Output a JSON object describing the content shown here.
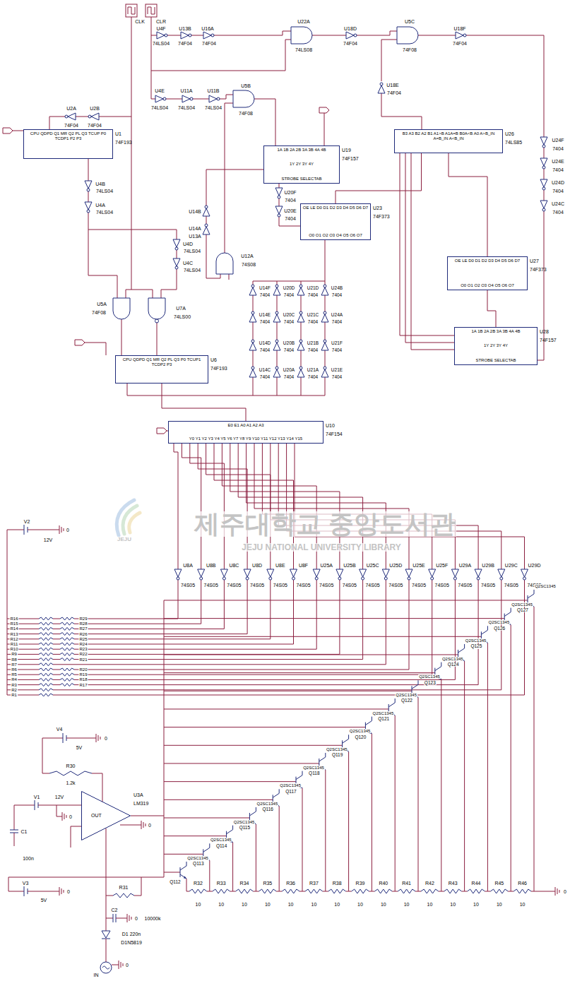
{
  "diagram": {
    "nodes": [
      {
        "text": [
          "CPU QDPD Q1 MR Q2 PL Q3 TCUP P0 TCDP1 P2 P3",
          "U1",
          "74F193"
        ]
      },
      {
        "text": [
          "CPU QDPD Q1 MR Q2 PL Q3 P0 TCUP1 TCDP2 P3",
          "U6",
          "74F193"
        ]
      },
      {
        "text": [
          "1A 1B 2A 2B 3A 3B 4A 4B",
          "1Y 2Y 3Y 4Y",
          "STROBE SELECTAB",
          "U19",
          "74F157"
        ]
      },
      {
        "text": [
          "OE LE D0 D1 D2 D3 D4 D5 D6 D7",
          "O0 O1 O2 O3 O4 O5 O6 O7",
          "U23",
          "74F373"
        ]
      },
      {
        "text": [
          "B3 A3 B2 A2 B1 A1>B A1A=B B0A<B A0 A>B_IN A=B_IN A<B_IN",
          "U26",
          "74LS85"
        ]
      },
      {
        "text": [
          "OE LE D0 D1 D2 D3 D4 D5 D6 D7",
          "O0 O1 O2 O3 O4 O5 O6 O7",
          "U27",
          "74F373"
        ]
      },
      {
        "text": [
          "1A 1B 2A 2B 3A 3B 4A 4B",
          "1Y 2Y 3Y 4Y",
          "STROBE SELECTAB",
          "U28",
          "74F157"
        ]
      },
      {
        "text": [
          "E0 E1 A0 A1 A2 A3",
          "Y0 Y1 Y2 Y3 Y4 Y5 Y6 Y7 Y8 Y9 Y10 Y11 Y12 Y13 Y14 Y15",
          "U10",
          "74F154"
        ]
      },
      {
        "text": [
          "OUT",
          "U3A",
          "LM319"
        ]
      }
    ],
    "edges": [
      {
        "from": 1,
        "to": 7,
        "arrow": "none"
      },
      {
        "from": 6,
        "to": 5,
        "arrow": "none"
      },
      {
        "from": 5,
        "to": 4,
        "arrow": "none"
      },
      {
        "from": 3,
        "to": 4,
        "arrow": "none"
      }
    ],
    "labels": [
      "CLK",
      "CLR",
      "U4F",
      "74LS04",
      "U13B",
      "74F04",
      "U16A",
      "74F04",
      "U22A",
      "74LS08",
      "U18D",
      "74F04",
      "U5C",
      "74F08",
      "U18F",
      "74F04",
      "U18E",
      "74F04",
      "U4E",
      "74LS04",
      "U11A",
      "74LS04",
      "U11B",
      "74LS04",
      "U5B",
      "74F08",
      "U2A",
      "U2B",
      "74F04",
      "74F04",
      "U4B",
      "74LS04",
      "U4A",
      "74LS04",
      "U4D",
      "74LS04",
      "U4C",
      "74LS04",
      "U14B",
      "U14A",
      "U13A",
      "U12A",
      "74S08",
      "U5A",
      "74F08",
      "U7A",
      "74LS00",
      "U20F",
      "7404",
      "U20E",
      "7404",
      "U24F",
      "7404",
      "U24E",
      "7404",
      "U24D",
      "7404",
      "U24C",
      "7404",
      "U14F",
      "7404",
      "U20D",
      "7404",
      "U21D",
      "7404",
      "U24B",
      "7404",
      "U14E",
      "7404",
      "U20C",
      "7404",
      "U21C",
      "7404",
      "U24A",
      "7404",
      "U14D",
      "7404",
      "U20B",
      "7404",
      "U21B",
      "7404",
      "U21F",
      "7404",
      "U14C",
      "7404",
      "U20A",
      "7404",
      "U21A",
      "7404",
      "U21E",
      "7404",
      "U8A",
      "74S05",
      "U8B",
      "74S05",
      "U8C",
      "74S05",
      "U8D",
      "74S05",
      "U8E",
      "74S05",
      "U8F",
      "74S05",
      "U25A",
      "74S05",
      "U25B",
      "74S05",
      "U25C",
      "74S05",
      "U25D",
      "74S05",
      "U25E",
      "74S05",
      "U25F",
      "74S05",
      "U29A",
      "74S05",
      "U29B",
      "74S05",
      "U29C",
      "74S05",
      "U29D",
      "74S05",
      "R16",
      "R15",
      "R14",
      "R13",
      "R12",
      "R11",
      "R10",
      "R9",
      "R8",
      "R7",
      "R6",
      "R5",
      "R4",
      "R3",
      "R2",
      "R1",
      "R29",
      "R28",
      "R27",
      "R26",
      "R25",
      "R24",
      "R23",
      "R22",
      "R21",
      "R20",
      "R19",
      "R18",
      "R17",
      "Q112",
      "Q2SC1345",
      "Q113",
      "Q2SC1345",
      "Q114",
      "Q2SC1345",
      "Q115",
      "Q2SC1345",
      "Q116",
      "Q2SC1345",
      "Q117",
      "Q2SC1345",
      "Q118",
      "Q2SC1345",
      "Q119",
      "Q2SC1345",
      "Q120",
      "Q2SC1345",
      "Q121",
      "Q2SC1345",
      "Q122",
      "Q2SC1345",
      "Q123",
      "Q2SC1345",
      "Q124",
      "Q2SC1345",
      "Q125",
      "Q2SC1345",
      "Q126",
      "Q2SC1345",
      "Q127",
      "Q2SC1345",
      "R32",
      "10",
      "R33",
      "10",
      "R34",
      "10",
      "R35",
      "10",
      "R36",
      "10",
      "R37",
      "10",
      "R38",
      "10",
      "R39",
      "10",
      "R40",
      "10",
      "R41",
      "10",
      "R42",
      "10",
      "R43",
      "10",
      "R44",
      "10",
      "R45",
      "10",
      "R46",
      "10",
      "V2",
      "12V",
      "0",
      "V4",
      "5V",
      "0",
      "R30",
      "1.2k",
      "V1",
      "12V",
      "C1",
      "0",
      "100n",
      "V3",
      "5V",
      "0",
      "R31",
      "C2",
      "10000k",
      "0",
      "D1 220n",
      "D1N5819",
      "IN",
      "0",
      "0",
      "제주대학교 중앙도서관",
      "JEJU NATIONAL UNIVERSITY LIBRARY",
      "JEJU",
      "0"
    ]
  }
}
